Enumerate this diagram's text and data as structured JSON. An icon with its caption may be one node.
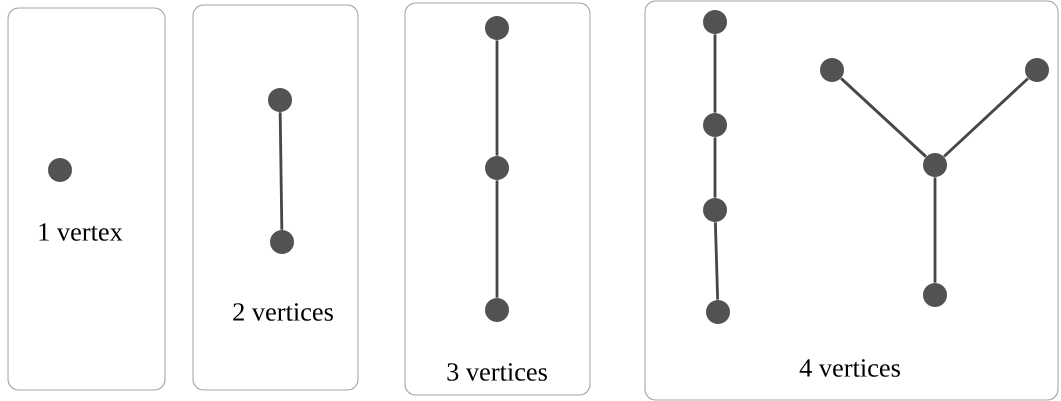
{
  "diagram": {
    "nodes": [
      {
        "text": [
          "1 vertex"
        ]
      },
      {
        "text": [],
        "shape": "circle",
        "in": 0
      },
      {
        "text": [
          "2 vertices"
        ]
      },
      {
        "text": [],
        "shape": "circle",
        "in": 2
      },
      {
        "text": [],
        "shape": "circle",
        "in": 2
      },
      {
        "text": [
          "3 vertices"
        ]
      },
      {
        "text": [],
        "shape": "circle",
        "in": 5
      },
      {
        "text": [],
        "shape": "circle",
        "in": 5
      },
      {
        "text": [],
        "shape": "circle",
        "in": 5
      },
      {
        "text": [
          "4 vertices"
        ]
      },
      {
        "text": [],
        "shape": "circle",
        "in": 9
      },
      {
        "text": [],
        "shape": "circle",
        "in": 9
      },
      {
        "text": [],
        "shape": "circle",
        "in": 9
      },
      {
        "text": [],
        "shape": "circle",
        "in": 9
      },
      {
        "text": [],
        "shape": "circle",
        "in": 9
      },
      {
        "text": [],
        "shape": "circle",
        "in": 9
      },
      {
        "text": [],
        "shape": "circle",
        "in": 9
      },
      {
        "text": [],
        "shape": "circle",
        "in": 9
      }
    ],
    "edges": [
      {
        "from": 3,
        "to": 4,
        "arrow": "none"
      },
      {
        "from": 6,
        "to": 7,
        "arrow": "none"
      },
      {
        "from": 7,
        "to": 8,
        "arrow": "none"
      },
      {
        "from": 10,
        "to": 11,
        "arrow": "none"
      },
      {
        "from": 11,
        "to": 12,
        "arrow": "none"
      },
      {
        "from": 12,
        "to": 13,
        "arrow": "none"
      },
      {
        "from": 14,
        "to": 16,
        "arrow": "none"
      },
      {
        "from": 15,
        "to": 16,
        "arrow": "none"
      },
      {
        "from": 16,
        "to": 17,
        "arrow": "none"
      }
    ]
  }
}
